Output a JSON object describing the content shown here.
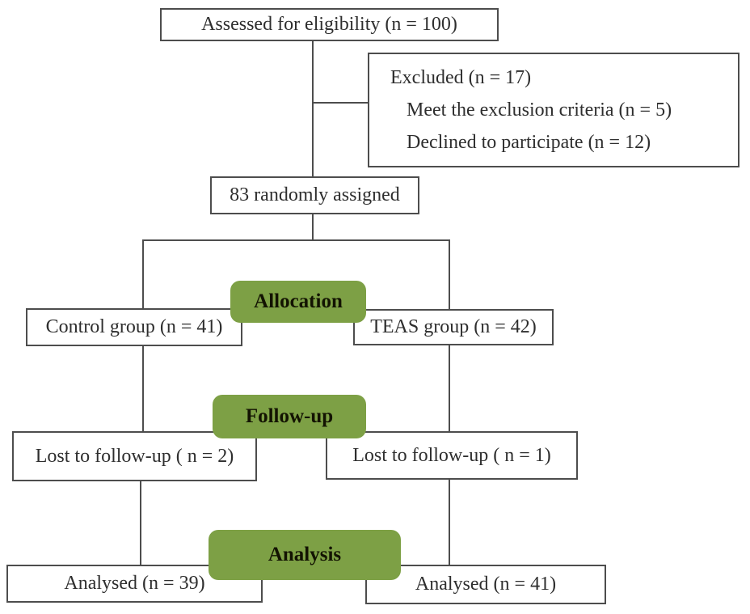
{
  "diagram": {
    "type": "consort-flow",
    "enrollment": {
      "assessed": "Assessed for eligibility (n = 100)",
      "excluded": {
        "title": "Excluded (n = 17)",
        "reasons": [
          "Meet the exclusion criteria (n = 5)",
          "Declined to participate (n = 12)"
        ]
      },
      "randomized": "83 randomly assigned"
    },
    "stages": [
      {
        "label": "Allocation"
      },
      {
        "label": "Follow-up"
      },
      {
        "label": "Analysis"
      }
    ],
    "allocation": {
      "control": "Control group (n = 41)",
      "teas": "TEAS group (n = 42)"
    },
    "followup": {
      "control": "Lost to follow-up ( n = 2)",
      "teas": "Lost to follow-up ( n = 1)"
    },
    "analysis": {
      "control": "Analysed (n = 39)",
      "teas": "Analysed (n = 41)"
    }
  },
  "colors": {
    "stage_fill": "#7da045",
    "box_border": "#4d4d4d",
    "line_color": "#4d4d4d",
    "text": "#2e2e2e"
  }
}
